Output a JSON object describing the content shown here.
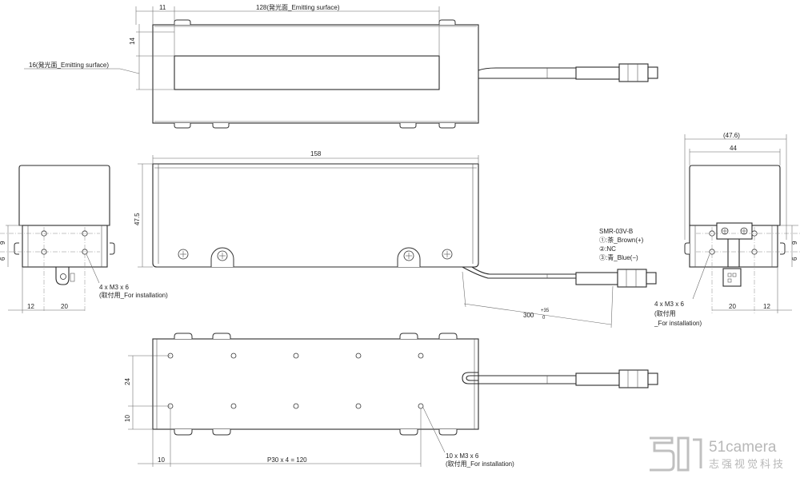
{
  "dimensions": {
    "top_offset_11": "11",
    "emit_length": "128(発光面_Emitting surface)",
    "emit_height_14": "14",
    "emit_width_16": "16(発光面_Emitting surface)",
    "length_158": "158",
    "height_47_5": "47.5",
    "cable_300": "300",
    "cable_tol_plus": "+35",
    "cable_tol_zero": "0",
    "right_47_6": "(47.6)",
    "right_44": "44",
    "left_9": "9",
    "left_6": "6",
    "left_12": "12",
    "left_20": "20",
    "right_9": "9",
    "right_6": "6",
    "right_20": "20",
    "right_12": "12",
    "bottom_24": "24",
    "bottom_10_side": "10",
    "bottom_10": "10",
    "bottom_pitch": "P30 x 4 = 120"
  },
  "connector": {
    "model": "SMR-03V-B",
    "pin1": "①:茶_Brown(+)",
    "pin2": "②:NC",
    "pin3": "③:青_Blue(−)"
  },
  "notes": {
    "left_screws": "4 x M3 x 6",
    "left_install": "(取付用_For installation)",
    "right_screws": "4 x M3 x 6",
    "right_install1": "(取付用",
    "right_install2": "_For installation)",
    "bottom_screws": "10 x M3 x 6",
    "bottom_install": "(取付用_For installation)"
  },
  "watermark": {
    "brand": "51camera",
    "subtitle": "志强视觉科技"
  }
}
